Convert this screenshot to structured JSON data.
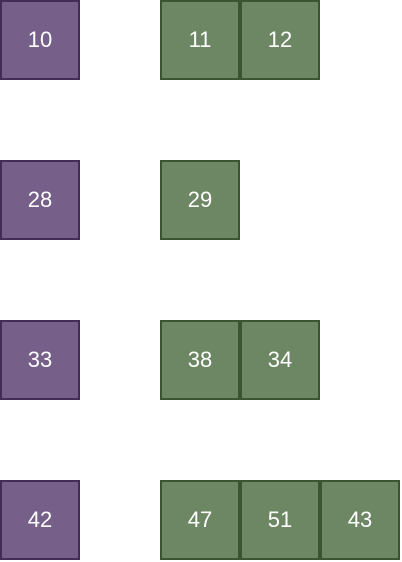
{
  "rows": [
    {
      "key": "10",
      "values": [
        "11",
        "12"
      ]
    },
    {
      "key": "28",
      "values": [
        "29"
      ]
    },
    {
      "key": "33",
      "values": [
        "38",
        "34"
      ]
    },
    {
      "key": "42",
      "values": [
        "47",
        "51",
        "43"
      ]
    }
  ],
  "colors": {
    "key_fill": "#76608a",
    "key_stroke": "#432d57",
    "value_fill": "#6d8764",
    "value_stroke": "#3a5431",
    "text": "#ffffff"
  }
}
